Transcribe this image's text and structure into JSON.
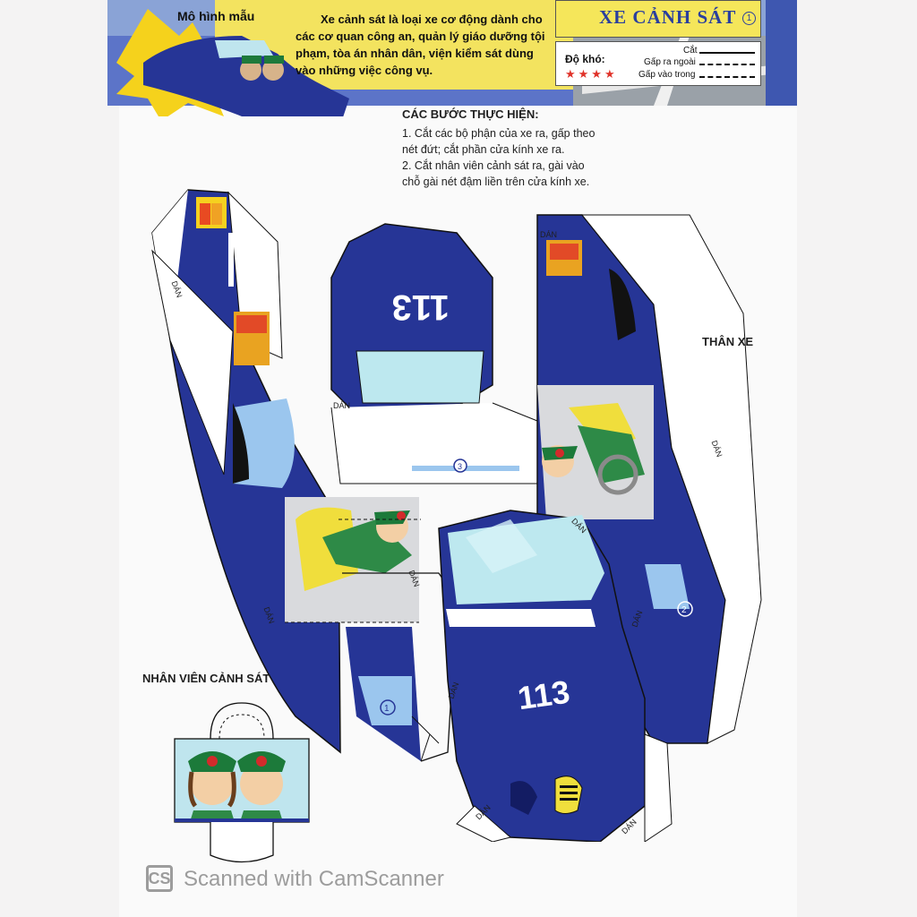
{
  "header": {
    "model_label": "Mô hình mẫu",
    "intro_lines": [
      "Xe cảnh sát là loại xe cơ động dành cho",
      "các cơ quan công an, quản lý giáo dưỡng tội",
      "phạm, tòa án nhân dân, viện kiểm sát dùng",
      "vào những việc công vụ."
    ],
    "title": "XE CẢNH SÁT",
    "title_number": "1",
    "difficulty_label": "Độ khó:",
    "difficulty_stars": "★★★★",
    "legend": {
      "cut": "Cắt",
      "fold_out": "Gấp ra ngoài",
      "fold_in": "Gấp vào trong"
    }
  },
  "steps": {
    "heading": "CÁC BƯỚC THỰC HIỆN:",
    "lines": [
      "1.  Cắt các bộ phận của xe ra, gấp theo",
      "nét đứt; cắt phần cửa kính xe ra.",
      "2.  Cắt nhân viên cảnh sát ra, gài vào",
      "chỗ gài nét đậm liền trên cửa kính xe."
    ]
  },
  "labels": {
    "body": "THÂN XE",
    "officer": "NHÂN VIÊN CẢNH SÁT",
    "glue": "DÁN"
  },
  "car": {
    "roof_number": "113",
    "hood_number": "113",
    "piece_numbers": [
      "1",
      "2",
      "3"
    ]
  },
  "footer": {
    "logo": "CS",
    "scanner_text": "Scanned with CamScanner"
  },
  "colors": {
    "body_blue": "#263596",
    "dark_blue": "#131c63",
    "window_blue": "#bde8ef",
    "title_yellow": "#f5e65a"
  }
}
